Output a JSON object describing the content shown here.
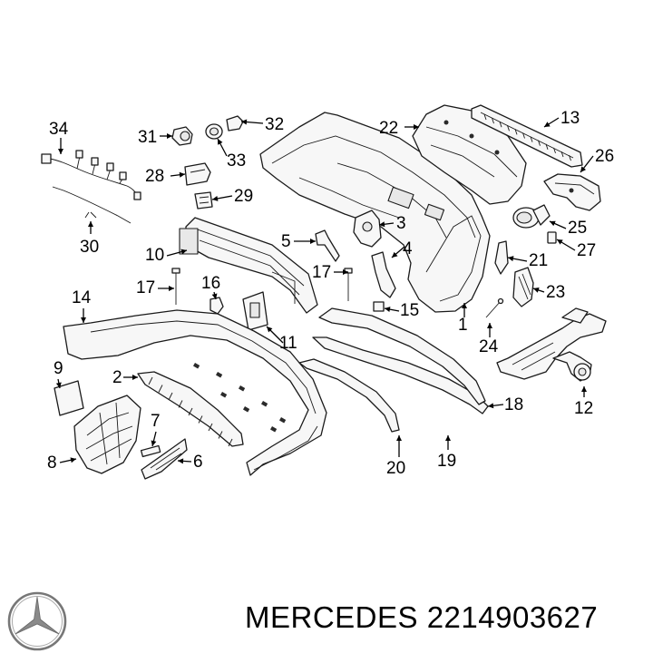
{
  "diagram": {
    "callouts": [
      {
        "id": "c34",
        "text": "34"
      },
      {
        "id": "c31",
        "text": "31"
      },
      {
        "id": "c33",
        "text": "33"
      },
      {
        "id": "c32",
        "text": "32"
      },
      {
        "id": "c22",
        "text": "22"
      },
      {
        "id": "c13",
        "text": "13"
      },
      {
        "id": "c26",
        "text": "26"
      },
      {
        "id": "c28",
        "text": "28"
      },
      {
        "id": "c29",
        "text": "29"
      },
      {
        "id": "c30",
        "text": "30"
      },
      {
        "id": "c3",
        "text": "3"
      },
      {
        "id": "c25",
        "text": "25"
      },
      {
        "id": "c27",
        "text": "27"
      },
      {
        "id": "c10",
        "text": "10"
      },
      {
        "id": "c5",
        "text": "5"
      },
      {
        "id": "c4",
        "text": "4"
      },
      {
        "id": "c21",
        "text": "21"
      },
      {
        "id": "c17a",
        "text": "17"
      },
      {
        "id": "c16",
        "text": "16"
      },
      {
        "id": "c17b",
        "text": "17"
      },
      {
        "id": "c23",
        "text": "23"
      },
      {
        "id": "c14",
        "text": "14"
      },
      {
        "id": "c15",
        "text": "15"
      },
      {
        "id": "c1",
        "text": "1"
      },
      {
        "id": "c11",
        "text": "11"
      },
      {
        "id": "c24",
        "text": "24"
      },
      {
        "id": "c9",
        "text": "9"
      },
      {
        "id": "c2",
        "text": "2"
      },
      {
        "id": "c18",
        "text": "18"
      },
      {
        "id": "c12",
        "text": "12"
      },
      {
        "id": "c7",
        "text": "7"
      },
      {
        "id": "c8",
        "text": "8"
      },
      {
        "id": "c6",
        "text": "6"
      },
      {
        "id": "c19",
        "text": "19"
      },
      {
        "id": "c20",
        "text": "20"
      }
    ]
  },
  "footer": {
    "caption": "MERCEDES 2214903627",
    "logo": "mercedes-star-icon"
  }
}
